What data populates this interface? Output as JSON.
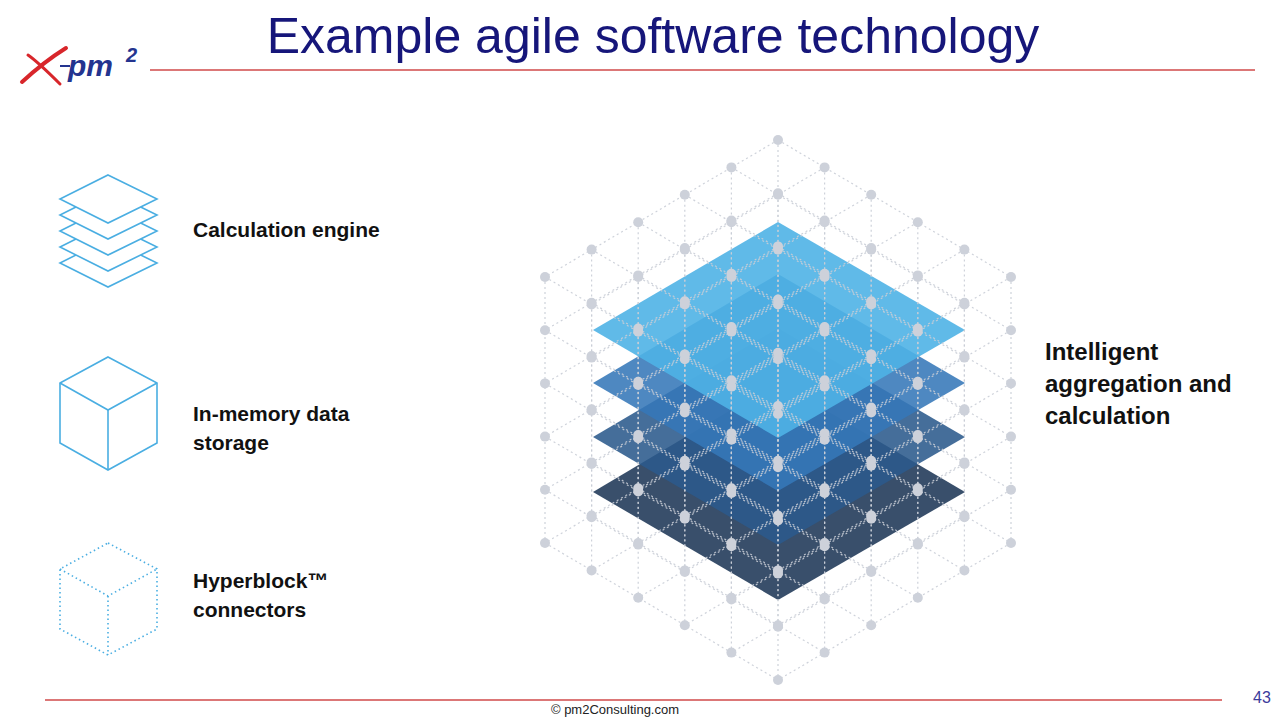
{
  "diagram": {
    "title": "Example agile software technology",
    "labels": [
      "pm",
      "2",
      "Calculation engine",
      "In-memory data storage",
      "Hyperblock™ connectors",
      "Intelligent aggregation and calculation",
      "© pm2Consulting.com",
      "43"
    ]
  }
}
